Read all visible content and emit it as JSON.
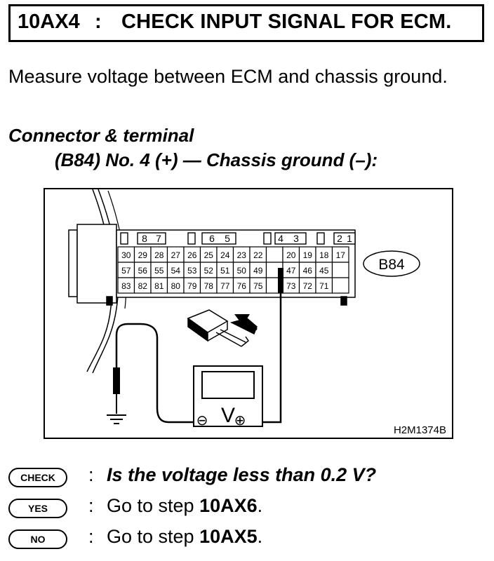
{
  "header": {
    "step_id": "10AX4",
    "colon": ":",
    "title": "CHECK INPUT SIGNAL FOR ECM."
  },
  "instruction": "Measure voltage between ECM and chassis ground.",
  "connector": {
    "heading": "Connector & terminal",
    "detail": "(B84) No. 4 (+) — Chassis ground (–):"
  },
  "figure": {
    "connector_label": "B84",
    "figure_code": "H2M1374B",
    "meter_symbol": "V",
    "minus_symbol": "⊖",
    "plus_symbol": "⊕",
    "top_terminals": [
      "8",
      "7",
      "6",
      "5",
      "4",
      "3",
      "2",
      "1"
    ],
    "row1": [
      "30",
      "29",
      "28",
      "27",
      "26",
      "25",
      "24",
      "23",
      "22",
      "",
      "20",
      "19",
      "18",
      "17"
    ],
    "row2": [
      "57",
      "56",
      "55",
      "54",
      "53",
      "52",
      "51",
      "50",
      "49",
      "",
      "47",
      "46",
      "45",
      ""
    ],
    "row3": [
      "83",
      "82",
      "81",
      "80",
      "79",
      "78",
      "77",
      "76",
      "75",
      "",
      "73",
      "72",
      "71",
      ""
    ]
  },
  "qa": {
    "check": {
      "badge": "CHECK",
      "colon": ":",
      "text": "Is the voltage less than 0.2 V?"
    },
    "yes": {
      "badge": "YES",
      "colon": ":",
      "prefix": "Go to step ",
      "step": "10AX6",
      "suffix": "."
    },
    "no": {
      "badge": "NO",
      "colon": ":",
      "prefix": "Go to step ",
      "step": "10AX5",
      "suffix": "."
    }
  }
}
